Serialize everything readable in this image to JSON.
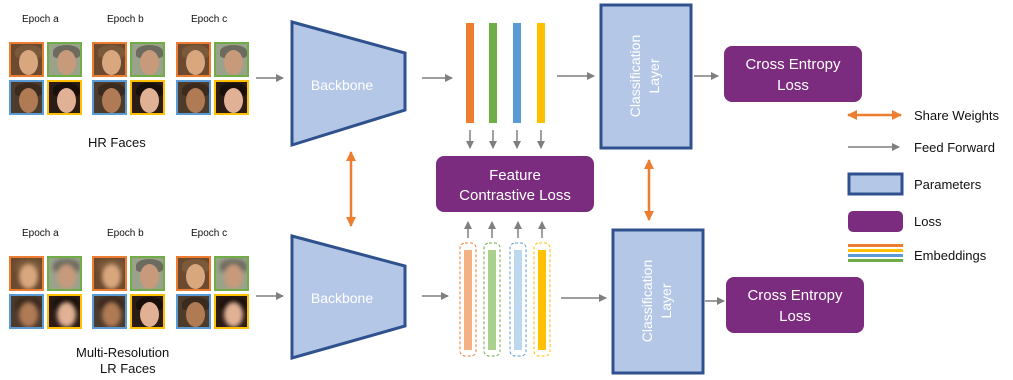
{
  "hr": {
    "epochs": [
      "Epoch a",
      "Epoch b",
      "Epoch c"
    ],
    "caption": "HR Faces"
  },
  "lr": {
    "epochs": [
      "Epoch a",
      "Epoch b",
      "Epoch c"
    ],
    "caption_line1": "Multi-Resolution",
    "caption_line2": "LR Faces"
  },
  "nodes": {
    "backbone_top": "Backbone",
    "backbone_bottom": "Backbone",
    "classification_top_line1": "Classification",
    "classification_top_line2": "Layer",
    "classification_bottom_line1": "Classification",
    "classification_bottom_line2": "Layer",
    "ce_top_line1": "Cross Entropy",
    "ce_top_line2": "Loss",
    "ce_bottom_line1": "Cross Entropy",
    "ce_bottom_line2": "Loss",
    "fcl_line1": "Feature",
    "fcl_line2": "Contrastive Loss"
  },
  "legend": {
    "share_weights": "Share Weights",
    "feed_forward": "Feed Forward",
    "parameters": "Parameters",
    "loss": "Loss",
    "embeddings": "Embeddings"
  },
  "colors": {
    "parameter_fill": "#b4c7e7",
    "parameter_border": "#2f528f",
    "loss_fill": "#7b2c7e",
    "share_arrow": "#ed7d31",
    "feed_arrow": "#7f7f7f",
    "embedding_orange": "#ed7d31",
    "embedding_green": "#70ad47",
    "embedding_blue": "#5b9bd5",
    "embedding_yellow": "#ffc000"
  }
}
